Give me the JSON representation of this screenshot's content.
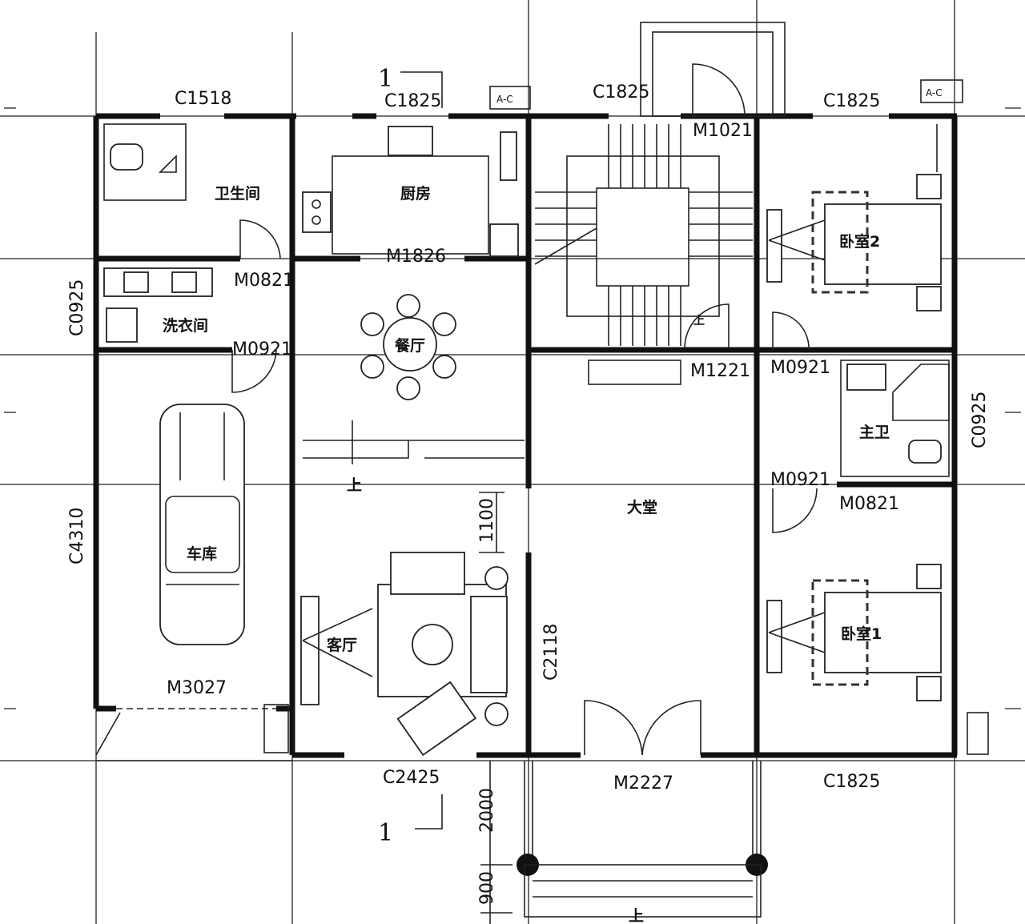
{
  "windows": {
    "top_left": "C1518",
    "top_kitchen": "C1825",
    "top_stair": "C1825",
    "top_right": "C1825",
    "left_wash": "C0925",
    "left_garage": "C4310",
    "living_east": "C2118",
    "right_bath": "C0925",
    "bottom_living": "C2425",
    "bottom_right": "C1825"
  },
  "doors": {
    "kitchen": "M1826",
    "toilet": "M0821",
    "laundry": "M0921",
    "stair_top": "M1021",
    "stair": "M1221",
    "bed2": "M0921",
    "bed1": "M0921",
    "master_bath": "M0821",
    "garage": "M3027",
    "entrance": "M2227"
  },
  "rooms": {
    "toilet": "卫生间",
    "kitchen": "厨房",
    "laundry": "洗衣间",
    "dining": "餐厅",
    "bedroom2": "卧室2",
    "master_bath": "主卫",
    "hall": "大堂",
    "garage": "车库",
    "living": "客厅",
    "bedroom1": "卧室1"
  },
  "dimensions": {
    "d1100": "1100",
    "d2000": "2000",
    "d900": "900"
  },
  "annotations": {
    "up1": "上",
    "up2": "上",
    "up3": "上",
    "section_top": "1",
    "section_bottom": "1",
    "axis_a1": "A-C",
    "axis_a2": "A-C"
  }
}
